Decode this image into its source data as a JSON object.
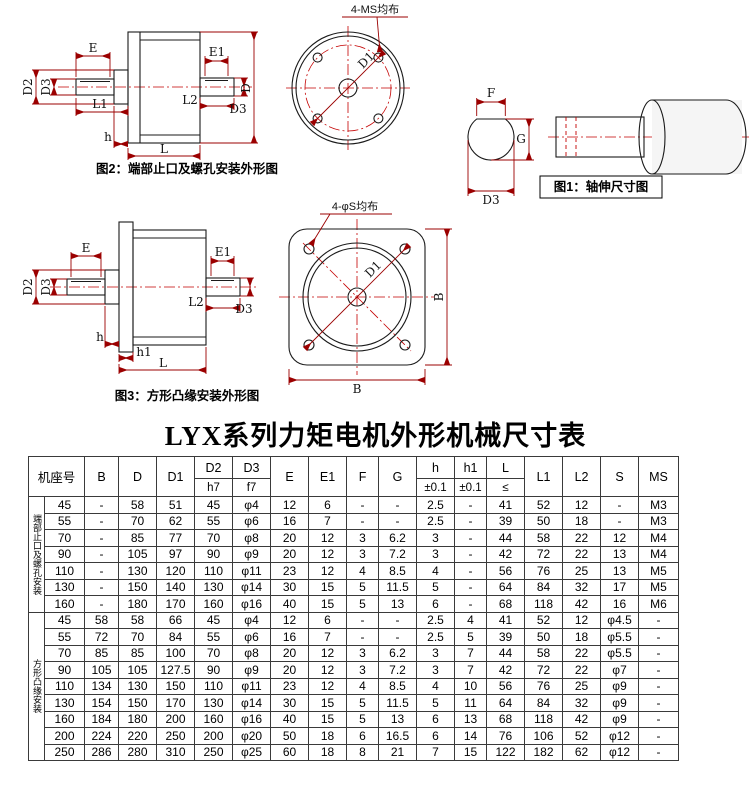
{
  "title": "LYX系列力矩电机外形机械尺寸表",
  "figures": {
    "fig1": {
      "caption": "图1：轴伸尺寸图",
      "dims": {
        "F": "F",
        "G": "G",
        "D3": "D3"
      }
    },
    "fig2": {
      "caption": "图2：端部止口及螺孔安装外形图",
      "note": "4-MS均布",
      "dims": {
        "E": "E",
        "E1": "E1",
        "D2": "D2",
        "D3_left": "D3",
        "L1": "L1",
        "L2": "L2",
        "D3_right": "D3",
        "D": "D",
        "h": "h",
        "L": "L",
        "D1": "D1"
      }
    },
    "fig3": {
      "caption": "图3：方形凸缘安装外形图",
      "note": "4-φS均布",
      "dims": {
        "E": "E",
        "E1": "E1",
        "D2": "D2",
        "D3_left": "D3",
        "L2": "L2",
        "D3_right": "D3",
        "h": "h",
        "h1": "h1",
        "L": "L",
        "D1": "D1",
        "B_right": "B",
        "B_bottom": "B"
      }
    }
  },
  "table": {
    "col_headers": [
      "机座号",
      "B",
      "D",
      "D1",
      "D2",
      "D3",
      "E",
      "E1",
      "F",
      "G",
      "h",
      "h1",
      "L",
      "L1",
      "L2",
      "S",
      "MS"
    ],
    "sub_headers": [
      "",
      "",
      "",
      "",
      "h7",
      "f7",
      "",
      "",
      "",
      "",
      "±0.1",
      "±0.1",
      "≤",
      "",
      "",
      "",
      ""
    ],
    "groups": [
      {
        "label": "端部止口及螺孔安装",
        "rows": [
          [
            "45",
            "-",
            "58",
            "51",
            "45",
            "φ4",
            "12",
            "6",
            "-",
            "-",
            "2.5",
            "-",
            "41",
            "52",
            "12",
            "-",
            "M3"
          ],
          [
            "55",
            "-",
            "70",
            "62",
            "55",
            "φ6",
            "16",
            "7",
            "-",
            "-",
            "2.5",
            "-",
            "39",
            "50",
            "18",
            "-",
            "M3"
          ],
          [
            "70",
            "-",
            "85",
            "77",
            "70",
            "φ8",
            "20",
            "12",
            "3",
            "6.2",
            "3",
            "-",
            "44",
            "58",
            "22",
            "12",
            "M4"
          ],
          [
            "90",
            "-",
            "105",
            "97",
            "90",
            "φ9",
            "20",
            "12",
            "3",
            "7.2",
            "3",
            "-",
            "42",
            "72",
            "22",
            "13",
            "M4"
          ],
          [
            "110",
            "-",
            "130",
            "120",
            "110",
            "φ11",
            "23",
            "12",
            "4",
            "8.5",
            "4",
            "-",
            "56",
            "76",
            "25",
            "13",
            "M5"
          ],
          [
            "130",
            "-",
            "150",
            "140",
            "130",
            "φ14",
            "30",
            "15",
            "5",
            "11.5",
            "5",
            "-",
            "64",
            "84",
            "32",
            "17",
            "M5"
          ],
          [
            "160",
            "-",
            "180",
            "170",
            "160",
            "φ16",
            "40",
            "15",
            "5",
            "13",
            "6",
            "-",
            "68",
            "118",
            "42",
            "16",
            "M6"
          ]
        ]
      },
      {
        "label": "方形凸缘安装",
        "rows": [
          [
            "45",
            "58",
            "58",
            "66",
            "45",
            "φ4",
            "12",
            "6",
            "-",
            "-",
            "2.5",
            "4",
            "41",
            "52",
            "12",
            "φ4.5",
            "-"
          ],
          [
            "55",
            "72",
            "70",
            "84",
            "55",
            "φ6",
            "16",
            "7",
            "-",
            "-",
            "2.5",
            "5",
            "39",
            "50",
            "18",
            "φ5.5",
            "-"
          ],
          [
            "70",
            "85",
            "85",
            "100",
            "70",
            "φ8",
            "20",
            "12",
            "3",
            "6.2",
            "3",
            "7",
            "44",
            "58",
            "22",
            "φ5.5",
            "-"
          ],
          [
            "90",
            "105",
            "105",
            "127.5",
            "90",
            "φ9",
            "20",
            "12",
            "3",
            "7.2",
            "3",
            "7",
            "42",
            "72",
            "22",
            "φ7",
            "-"
          ],
          [
            "110",
            "134",
            "130",
            "150",
            "110",
            "φ11",
            "23",
            "12",
            "4",
            "8.5",
            "4",
            "10",
            "56",
            "76",
            "25",
            "φ9",
            "-"
          ],
          [
            "130",
            "154",
            "150",
            "170",
            "130",
            "φ14",
            "30",
            "15",
            "5",
            "11.5",
            "5",
            "11",
            "64",
            "84",
            "32",
            "φ9",
            "-"
          ],
          [
            "160",
            "184",
            "180",
            "200",
            "160",
            "φ16",
            "40",
            "15",
            "5",
            "13",
            "6",
            "13",
            "68",
            "118",
            "42",
            "φ9",
            "-"
          ],
          [
            "200",
            "224",
            "220",
            "250",
            "200",
            "φ20",
            "50",
            "18",
            "6",
            "16.5",
            "6",
            "14",
            "76",
            "106",
            "52",
            "φ12",
            "-"
          ],
          [
            "250",
            "286",
            "280",
            "310",
            "250",
            "φ25",
            "60",
            "18",
            "8",
            "21",
            "7",
            "15",
            "122",
            "182",
            "62",
            "φ12",
            "-"
          ]
        ]
      }
    ]
  }
}
